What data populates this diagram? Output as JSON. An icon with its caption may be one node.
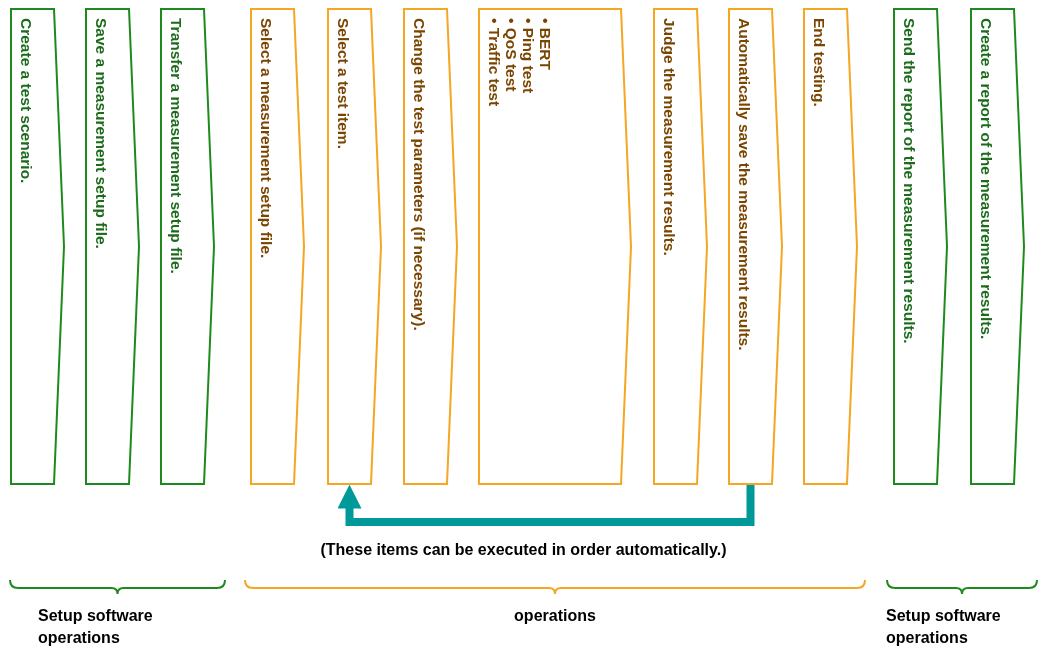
{
  "diagram": {
    "nodes": [
      {
        "text": [
          "Create a test scenario."
        ]
      },
      {
        "text": [
          "Save a measurement setup file."
        ]
      },
      {
        "text": [
          "Transfer a measurement setup file."
        ]
      },
      {
        "text": [
          "Select a measurement setup file."
        ]
      },
      {
        "text": [
          "Select a test item."
        ]
      },
      {
        "text": [
          "Change the test parameters (if necessary)."
        ]
      },
      {
        "text": [
          "• BERT",
          "• Ping test",
          "• QoS test",
          "• Traffic test"
        ]
      },
      {
        "text": [
          "Judge the measurement results."
        ]
      },
      {
        "text": [
          "Automatically save the measurement results."
        ]
      },
      {
        "text": [
          "End testing."
        ]
      },
      {
        "text": [
          "Send the report of the measurement results."
        ]
      },
      {
        "text": [
          "Create a report of the measurement results."
        ]
      }
    ],
    "edges": [
      {
        "from": 8,
        "to": 4,
        "arrow": "to",
        "label": "(These items can be executed in order automatically.)"
      }
    ],
    "labels": [
      "Setup software operations",
      "operations",
      "Setup software operations"
    ]
  }
}
